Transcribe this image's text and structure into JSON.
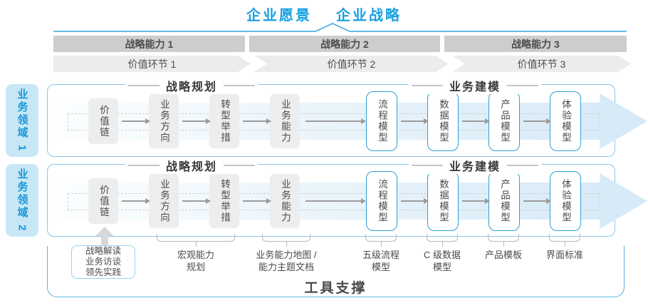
{
  "header": {
    "vision": "企业愿景",
    "strategy": "企业战略"
  },
  "capability_bar": [
    "战略能力 1",
    "战略能力 2",
    "战略能力 3"
  ],
  "value_bar": [
    "价值环节 1",
    "价值环节 2",
    "价值环节 3"
  ],
  "domains": [
    "业务领域 1",
    "业务领域 2"
  ],
  "row": {
    "planning_header": "战略规划",
    "modeling_header": "业务建模",
    "boxes": [
      {
        "label": "价值链",
        "style": "gray"
      },
      {
        "label": "业务方向",
        "style": "gray"
      },
      {
        "label": "转型举措",
        "style": "gray"
      },
      {
        "label": "业务能力",
        "style": "gray"
      },
      {
        "label": "流程模型",
        "style": "blue"
      },
      {
        "label": "数据模型",
        "style": "blue"
      },
      {
        "label": "产品模型",
        "style": "blue"
      },
      {
        "label": "体验模型",
        "style": "blue"
      }
    ]
  },
  "annotations": {
    "practice_box": {
      "line1": "战略解读",
      "line2": "业务访谈",
      "line3": "领先实践"
    },
    "labels": [
      {
        "line1": "宏观能力",
        "line2": "规划"
      },
      {
        "line1": "业务能力地图 /",
        "line2": "能力主题文档"
      },
      {
        "line1": "五级流程",
        "line2": "模型"
      },
      {
        "line1": "C 级数据",
        "line2": "模型"
      },
      {
        "line1": "产品模板",
        "line2": ""
      },
      {
        "line1": "界面标准",
        "line2": ""
      }
    ]
  },
  "footer": {
    "tool_support": "工具支撑"
  },
  "colors": {
    "accent_blue": "#189FE0",
    "border_blue": "#2E9FD6",
    "row_border": "#88C7EA",
    "domain_fill": "#C7E7F7",
    "band_blue": "#D5E9F7",
    "bar_gray": "#CDCDCD",
    "bar_light_gray": "#ECECEC",
    "box_gray": "#EDEDED"
  }
}
